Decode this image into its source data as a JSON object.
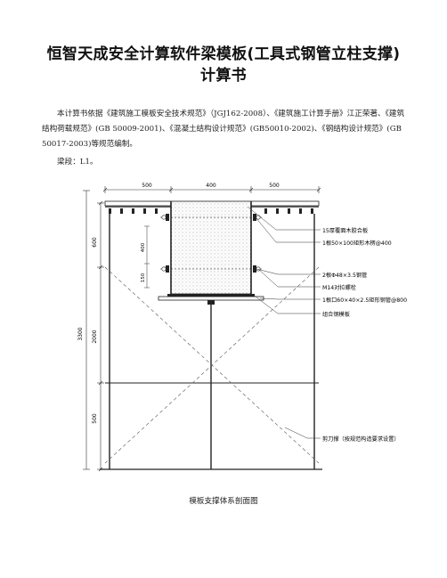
{
  "document": {
    "title_line1": "恒智天成安全计算软件梁模板(工具式钢管立柱支撑)",
    "title_line2": "计算书",
    "intro": "本计算书依据《建筑施工模板安全技术规范》（JGJ162-2008）、《建筑施工计算手册》江正荣著、《建筑结构荷载规范》(GB 50009-2001)、《混凝土结构设计规范》(GB50010-2002)、《钢结构设计规范》(GB 50017-2003)等规范编制。",
    "beam_segment": "梁段：L1。",
    "caption": "模板支撑体系剖面图"
  },
  "drawing": {
    "top_dims": [
      "500",
      "400",
      "500"
    ],
    "left_dims": [
      "600",
      "2000",
      "500"
    ],
    "overall_dim": "3300",
    "inner_dims": [
      "400",
      "150"
    ],
    "labels": [
      "15厚覆面木胶合板",
      "1根50×100矩形木楞@400",
      "2根Φ48×3.5钢管",
      "M14对拉螺栓",
      "1根口60×40×2.5矩形钢管@800",
      "组合钢模板",
      "剪刀撑（按规范构造要求设置）"
    ]
  }
}
